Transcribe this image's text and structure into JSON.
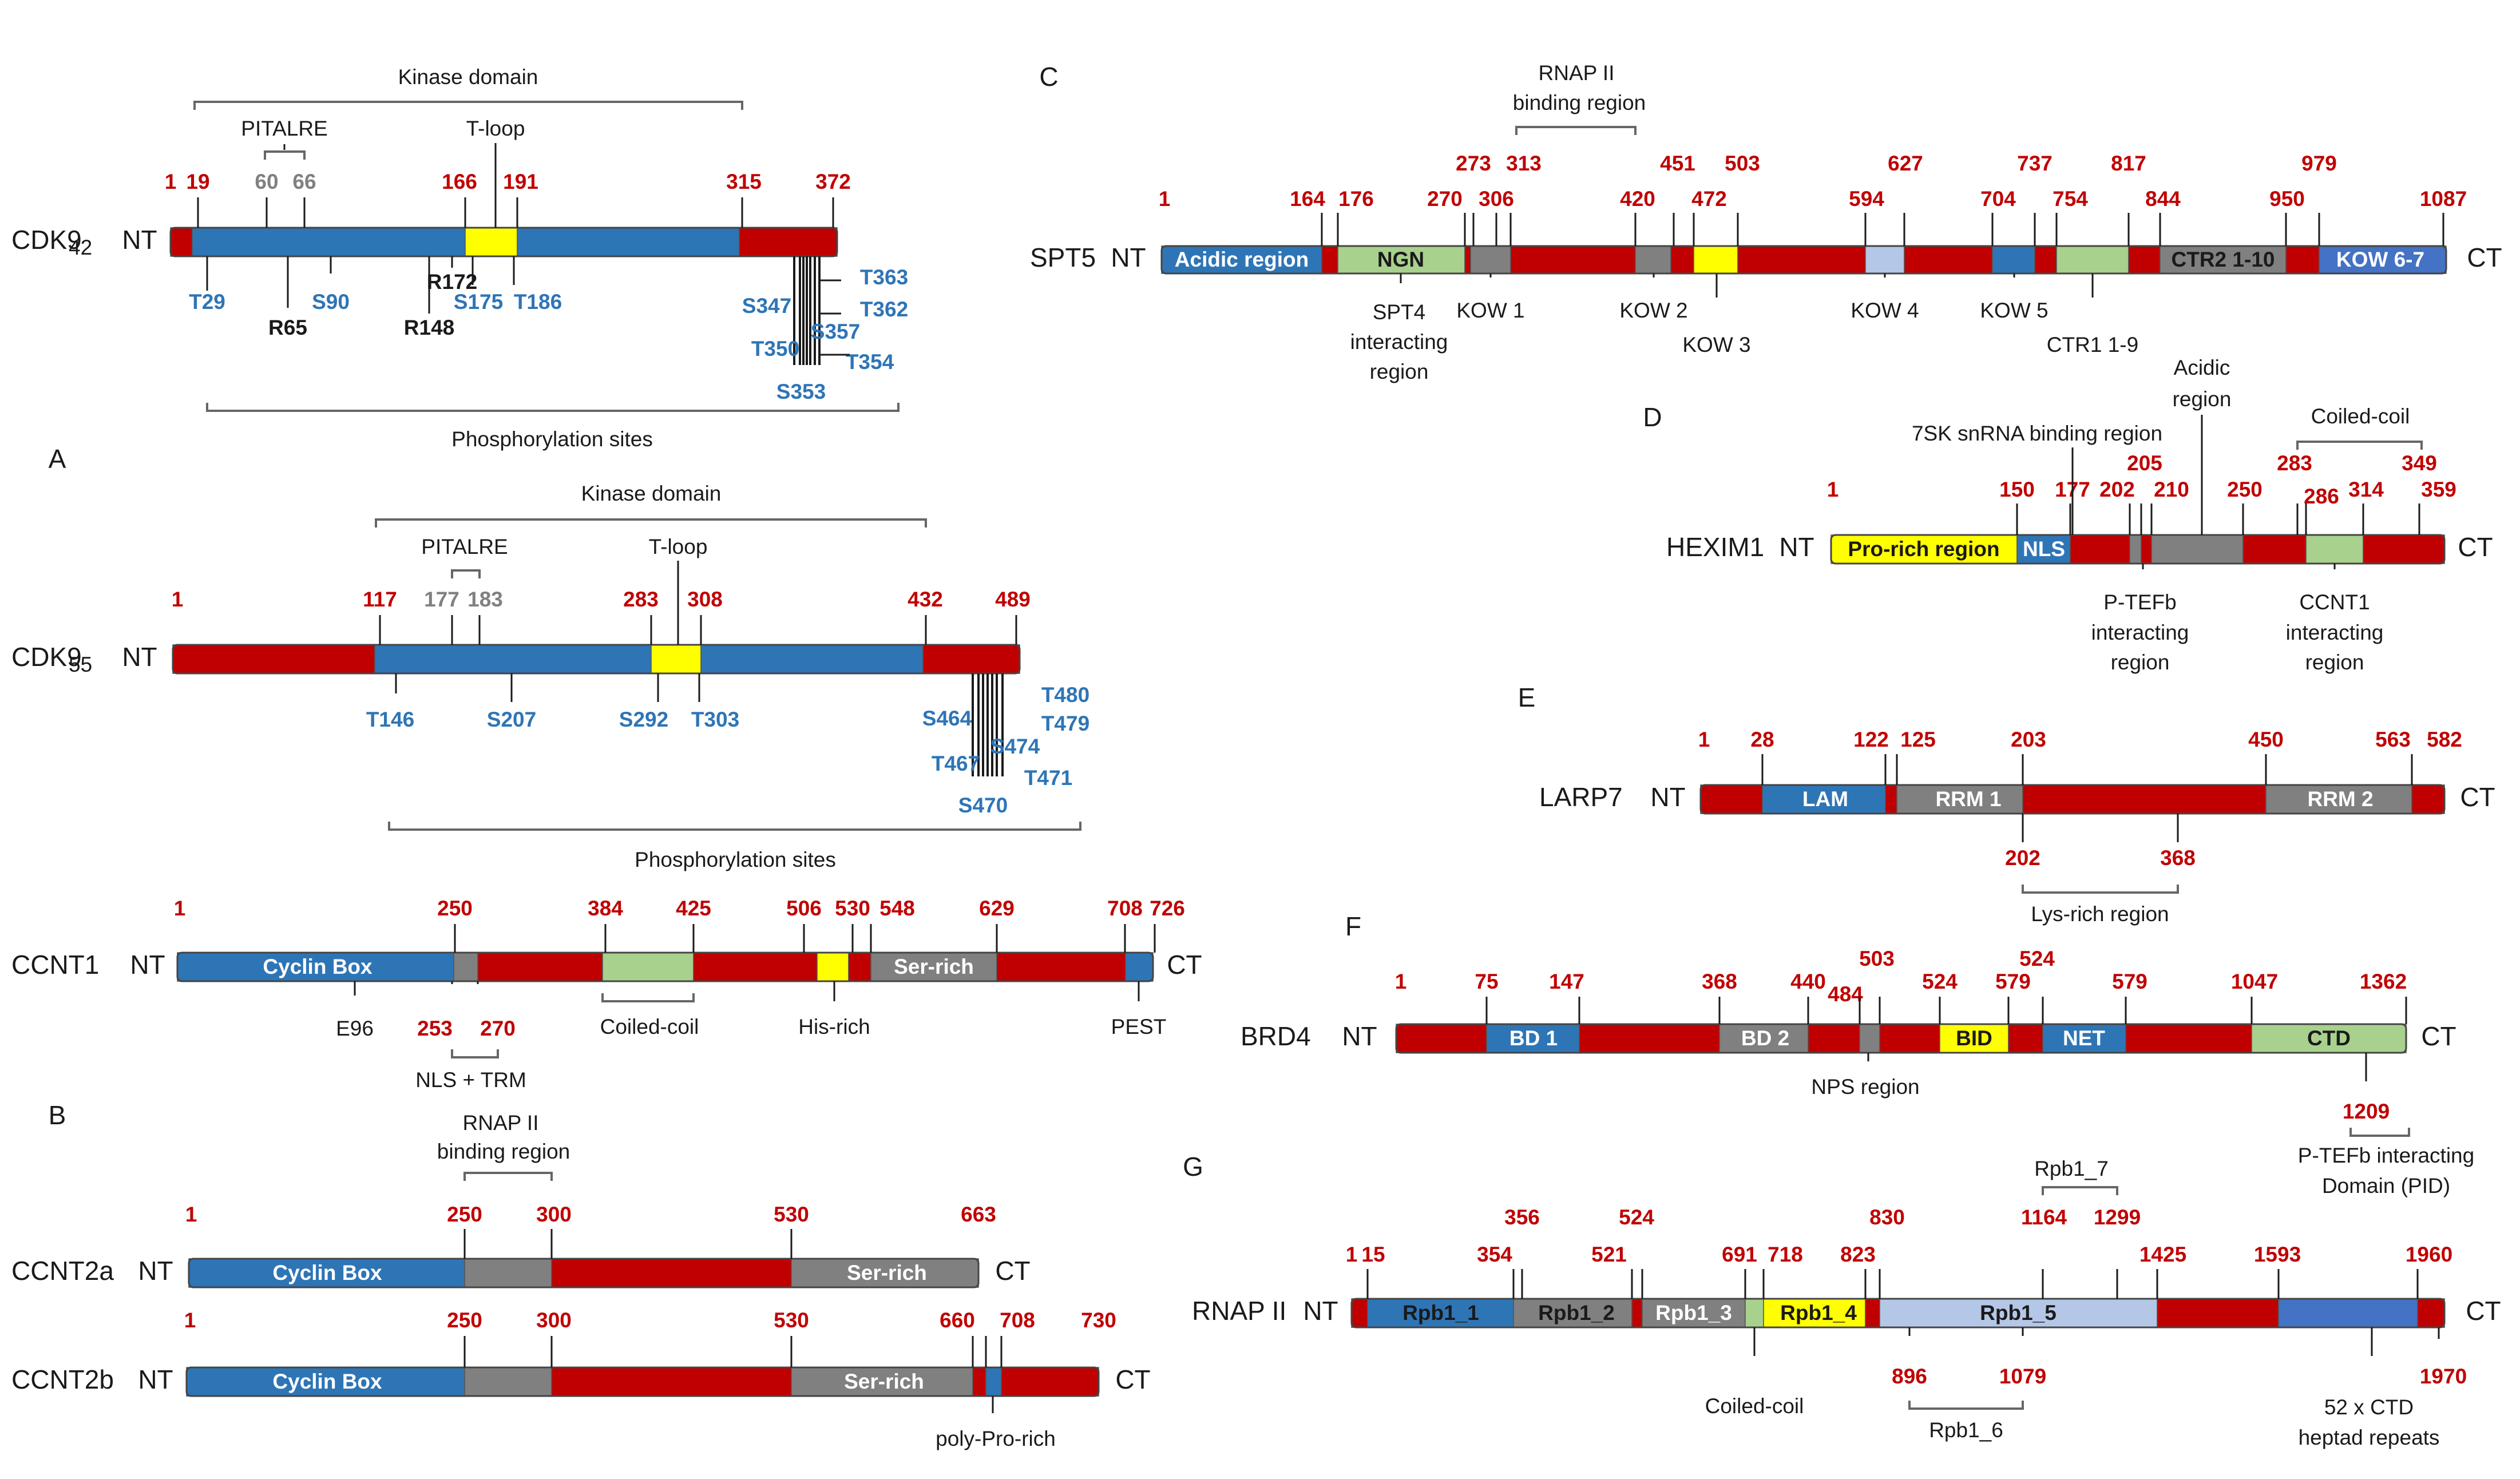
{
  "colors": {
    "red": "#c00000",
    "blue": "#2e75b6",
    "blue_light": "#4472c4",
    "yellow": "#ffff00",
    "green": "#a9d18e",
    "grey": "#808080",
    "lavender": "#b4c7e7",
    "number_red": "#c00000",
    "site_blue": "#2e75b6"
  },
  "panel_letters": [
    "A",
    "B",
    "C",
    "D",
    "E",
    "F",
    "G"
  ],
  "proteins": [
    {
      "name": "CDK9",
      "subscript": "42",
      "nt": "NT",
      "ct": "",
      "numbers": [
        {
          "text": "1",
          "color": "red"
        },
        {
          "text": "19",
          "color": "red"
        },
        {
          "text": "60",
          "color": "grey"
        },
        {
          "text": "66",
          "color": "grey"
        },
        {
          "text": "166",
          "color": "red"
        },
        {
          "text": "191",
          "color": "red"
        },
        {
          "text": "315",
          "color": "red"
        },
        {
          "text": "372",
          "color": "red"
        }
      ],
      "segment_labels": [],
      "sites": [
        "T29",
        "S90",
        "S175",
        "T186",
        "S347",
        "T350",
        "S353",
        "T354",
        "S357",
        "T362",
        "T363"
      ],
      "residues": [
        "R65",
        "R148",
        "R172"
      ],
      "annotations": [
        "Kinase domain",
        "PITALRE",
        "T-loop",
        "Phosphorylation sites"
      ]
    },
    {
      "name": "CDK9",
      "subscript": "55",
      "nt": "NT",
      "ct": "",
      "numbers": [
        {
          "text": "1",
          "color": "red"
        },
        {
          "text": "117",
          "color": "red"
        },
        {
          "text": "177",
          "color": "grey"
        },
        {
          "text": "183",
          "color": "grey"
        },
        {
          "text": "283",
          "color": "red"
        },
        {
          "text": "308",
          "color": "red"
        },
        {
          "text": "432",
          "color": "red"
        },
        {
          "text": "489",
          "color": "red"
        }
      ],
      "segment_labels": [],
      "sites": [
        "T146",
        "S207",
        "S292",
        "T303",
        "S464",
        "T467",
        "S470",
        "T471",
        "S474",
        "T479",
        "T480"
      ],
      "residues": [],
      "annotations": [
        "Kinase domain",
        "PITALRE",
        "T-loop",
        "Phosphorylation sites"
      ]
    },
    {
      "name": "CCNT1",
      "nt": "NT",
      "ct": "CT",
      "numbers": [
        "1",
        "250",
        "384",
        "425",
        "506",
        "530",
        "548",
        "629",
        "708",
        "726",
        "253",
        "270"
      ],
      "segment_labels": [
        "Cyclin Box",
        "Ser-rich"
      ],
      "annotations": [
        "E96",
        "NLS + TRM",
        "Coiled-coil",
        "His-rich",
        "PEST"
      ]
    },
    {
      "name": "CCNT2a",
      "nt": "NT",
      "ct": "CT",
      "numbers": [
        "1",
        "250",
        "300",
        "530",
        "663"
      ],
      "segment_labels": [
        "Cyclin Box",
        "Ser-rich"
      ],
      "annotations": [
        "RNAP II",
        "binding region"
      ]
    },
    {
      "name": "CCNT2b",
      "nt": "NT",
      "ct": "CT",
      "numbers": [
        "1",
        "250",
        "300",
        "530",
        "660",
        "708",
        "730"
      ],
      "segment_labels": [
        "Cyclin Box",
        "Ser-rich"
      ],
      "annotations": [
        "poly-Pro-rich"
      ]
    },
    {
      "name": "SPT5",
      "nt": "NT",
      "ct": "CT",
      "numbers": [
        "1",
        "164",
        "176",
        "270",
        "273",
        "306",
        "313",
        "420",
        "451",
        "472",
        "503",
        "594",
        "627",
        "704",
        "737",
        "754",
        "817",
        "844",
        "950",
        "979",
        "1087"
      ],
      "segment_labels": [
        "Acidic region",
        "NGN",
        "CTR2 1-10",
        "KOW 6-7"
      ],
      "annotations": [
        "RNAP II",
        "binding region",
        "SPT4",
        "interacting",
        "region",
        "KOW 1",
        "KOW 2",
        "KOW 3",
        "KOW 4",
        "KOW 5",
        "CTR1 1-9"
      ]
    },
    {
      "name": "HEXIM1",
      "nt": "NT",
      "ct": "CT",
      "numbers": [
        "1",
        "150",
        "177",
        "202",
        "205",
        "210",
        "250",
        "283",
        "286",
        "314",
        "349",
        "359"
      ],
      "segment_labels": [
        "Pro-rich region",
        "NLS"
      ],
      "annotations": [
        "7SK snRNA binding region",
        "Acidic",
        "region",
        "Coiled-coil",
        "P-TEFb",
        "interacting",
        "region",
        "CCNT1",
        "interacting",
        "region"
      ]
    },
    {
      "name": "LARP7",
      "nt": "NT",
      "ct": "CT",
      "numbers": [
        "1",
        "28",
        "122",
        "125",
        "203",
        "450",
        "563",
        "582",
        "202",
        "368"
      ],
      "segment_labels": [
        "LAM",
        "RRM 1",
        "RRM 2"
      ],
      "annotations": [
        "Lys-rich region"
      ]
    },
    {
      "name": "BRD4",
      "nt": "NT",
      "ct": "CT",
      "numbers": [
        "1",
        "75",
        "147",
        "368",
        "440",
        "484",
        "503",
        "524",
        "524",
        "579",
        "579",
        "1047",
        "1362",
        "1209"
      ],
      "segment_labels": [
        "BD 1",
        "BD 2",
        "BID",
        "NET",
        "CTD"
      ],
      "annotations": [
        "NPS region",
        "P-TEFb interacting",
        "Domain (PID)"
      ]
    },
    {
      "name": "RNAP II",
      "nt": "NT",
      "ct": "CT",
      "numbers": [
        "1",
        "15",
        "354",
        "356",
        "521",
        "524",
        "691",
        "718",
        "823",
        "830",
        "1164",
        "1299",
        "1425",
        "1593",
        "1960",
        "896",
        "1079",
        "1970"
      ],
      "segment_labels": [
        "Rpb1_1",
        "Rpb1_2",
        "Rpb1_3",
        "Rpb1_4",
        "Rpb1_5"
      ],
      "annotations": [
        "Rpb1_7",
        "Coiled-coil",
        "Rpb1_6",
        "52 x CTD",
        "heptad repeats"
      ]
    }
  ]
}
